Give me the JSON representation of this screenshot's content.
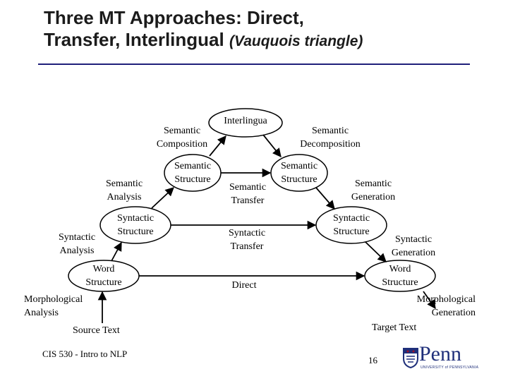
{
  "slide": {
    "title_line1": "Three MT Approaches: Direct,",
    "title_line2": "Transfer, Interlingual ",
    "title_sub": "(Vauquois triangle)"
  },
  "diagram": {
    "interlingua": "Interlingua",
    "semantic_composition": "Semantic\nComposition",
    "semantic_decomposition": "Semantic\nDecomposition",
    "semantic_structure_left": "Semantic\nStructure",
    "semantic_structure_right": "Semantic\nStructure",
    "semantic_analysis": "Semantic\nAnalysis",
    "semantic_transfer": "Semantic\nTransfer",
    "semantic_generation": "Semantic\nGeneration",
    "syntactic_structure_left": "Syntactic\nStructure",
    "syntactic_structure_right": "Syntactic\nStructure",
    "syntactic_analysis": "Syntactic\nAnalysis",
    "syntactic_transfer": "Syntactic\nTransfer",
    "syntactic_generation": "Syntactic\nGeneration",
    "word_structure_left": "Word\nStructure",
    "word_structure_right": "Word\nStructure",
    "direct": "Direct",
    "morphological_analysis": "Morphological\nAnalysis",
    "morphological_generation": "Morphological\nGeneration",
    "source_text": "Source Text",
    "target_text": "Target Text"
  },
  "footer": {
    "course": "CIS 530 - Intro to NLP",
    "page_number": "16",
    "logo_text": "Penn",
    "logo_tagline": "UNIVERSITY of PENNSYLVANIA"
  },
  "colors": {
    "title_rule": "#1f1f7a",
    "logo": "#1f2f7a",
    "logo_accent": "#a0122b"
  }
}
